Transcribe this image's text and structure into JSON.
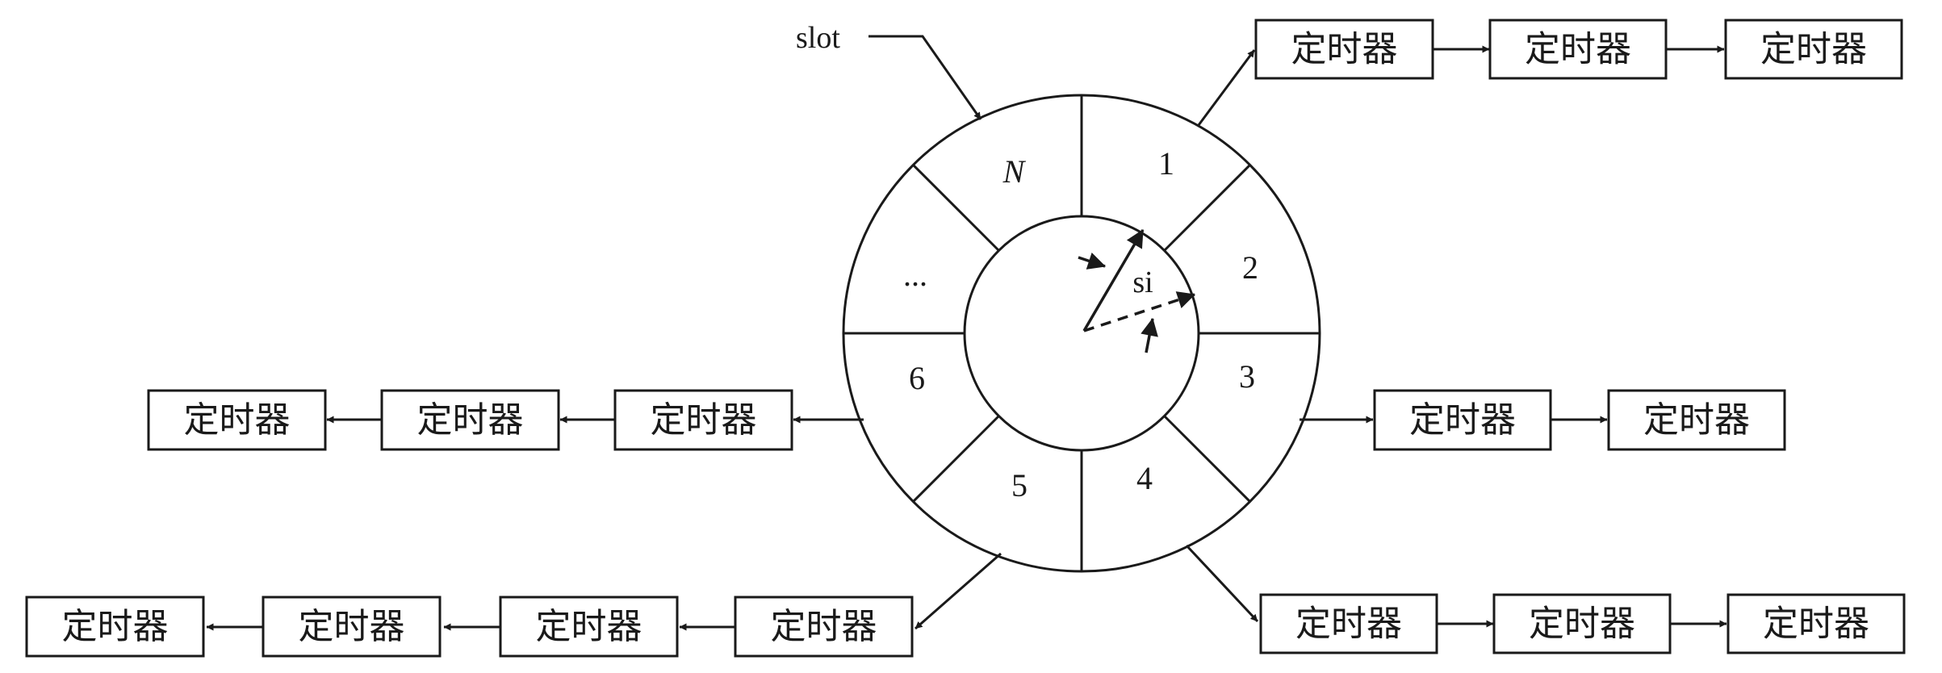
{
  "slot_label": "slot",
  "hand_label": "si",
  "slots": [
    "N",
    "1",
    "2",
    "3",
    "4",
    "5",
    "6",
    "..."
  ],
  "timer_label": "定时器",
  "timer_chains": [
    {
      "slot": "1",
      "count": 3
    },
    {
      "slot": "3",
      "count": 2
    },
    {
      "slot": "4",
      "count": 3
    },
    {
      "slot": "5",
      "count": 4
    },
    {
      "slot": "6",
      "count": 3
    }
  ]
}
